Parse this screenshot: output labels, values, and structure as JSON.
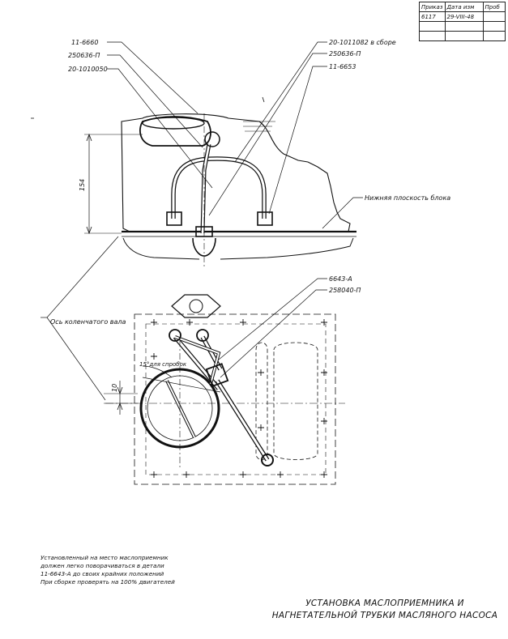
{
  "stamp": {
    "headers": [
      "Приказ",
      "Дата изм",
      "Проб"
    ],
    "rows": [
      [
        "6117",
        "29-VIII-48",
        ""
      ],
      [
        "",
        "",
        ""
      ],
      [
        "",
        "",
        ""
      ]
    ]
  },
  "side_view": {
    "callouts_left": [
      "11-6660",
      "250636-П",
      "20-1010050"
    ],
    "callouts_right": [
      "20-1011082 в сборе",
      "250636-П",
      "11-6653"
    ],
    "dimension_154": "154",
    "plane_label": "Нижняя плоскость блока"
  },
  "plan_view": {
    "callouts": [
      "6643-А",
      "258040-П"
    ],
    "axis_label": "Ось коленчатого вала",
    "angle_label": "15°для спробок",
    "dimension_10": "10"
  },
  "note": {
    "lines": [
      "Установленный на место маслоприемник",
      "должен легко поворачиваться в детали",
      "11-6643-А до своих крайних положений",
      "При сборке проверять на 100% двигателей"
    ]
  },
  "title": {
    "lines": [
      "УСТАНОВКА МАСЛОПРИЕМНИКА И",
      "НАГНЕТАТЕЛЬНОЙ ТРУБКИ МАСЛЯНОГО НАСОСА"
    ]
  }
}
